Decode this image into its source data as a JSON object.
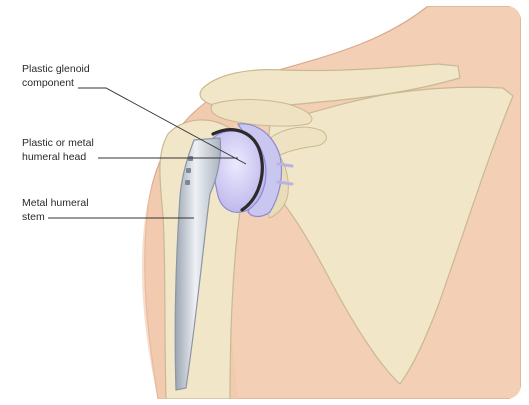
{
  "labels": {
    "glenoid": {
      "line1": "Plastic glenoid",
      "line2": "component"
    },
    "head": {
      "line1": "Plastic or metal",
      "line2": "humeral head"
    },
    "stem": {
      "line1": "Metal humeral",
      "line2": "stem"
    }
  },
  "colors": {
    "skin": "#f3cfb6",
    "skin_edge": "#d9a98c",
    "bone": "#f1e6c8",
    "bone_edge": "#c9b991",
    "implant_plastic": "#c9c6ef",
    "implant_plastic_edge": "#8f8ad2",
    "metal": "#d5dbe2",
    "metal_edge": "#8c96a3",
    "glenoid_rim": "#2b2b2b",
    "leader_line": "#333333"
  }
}
